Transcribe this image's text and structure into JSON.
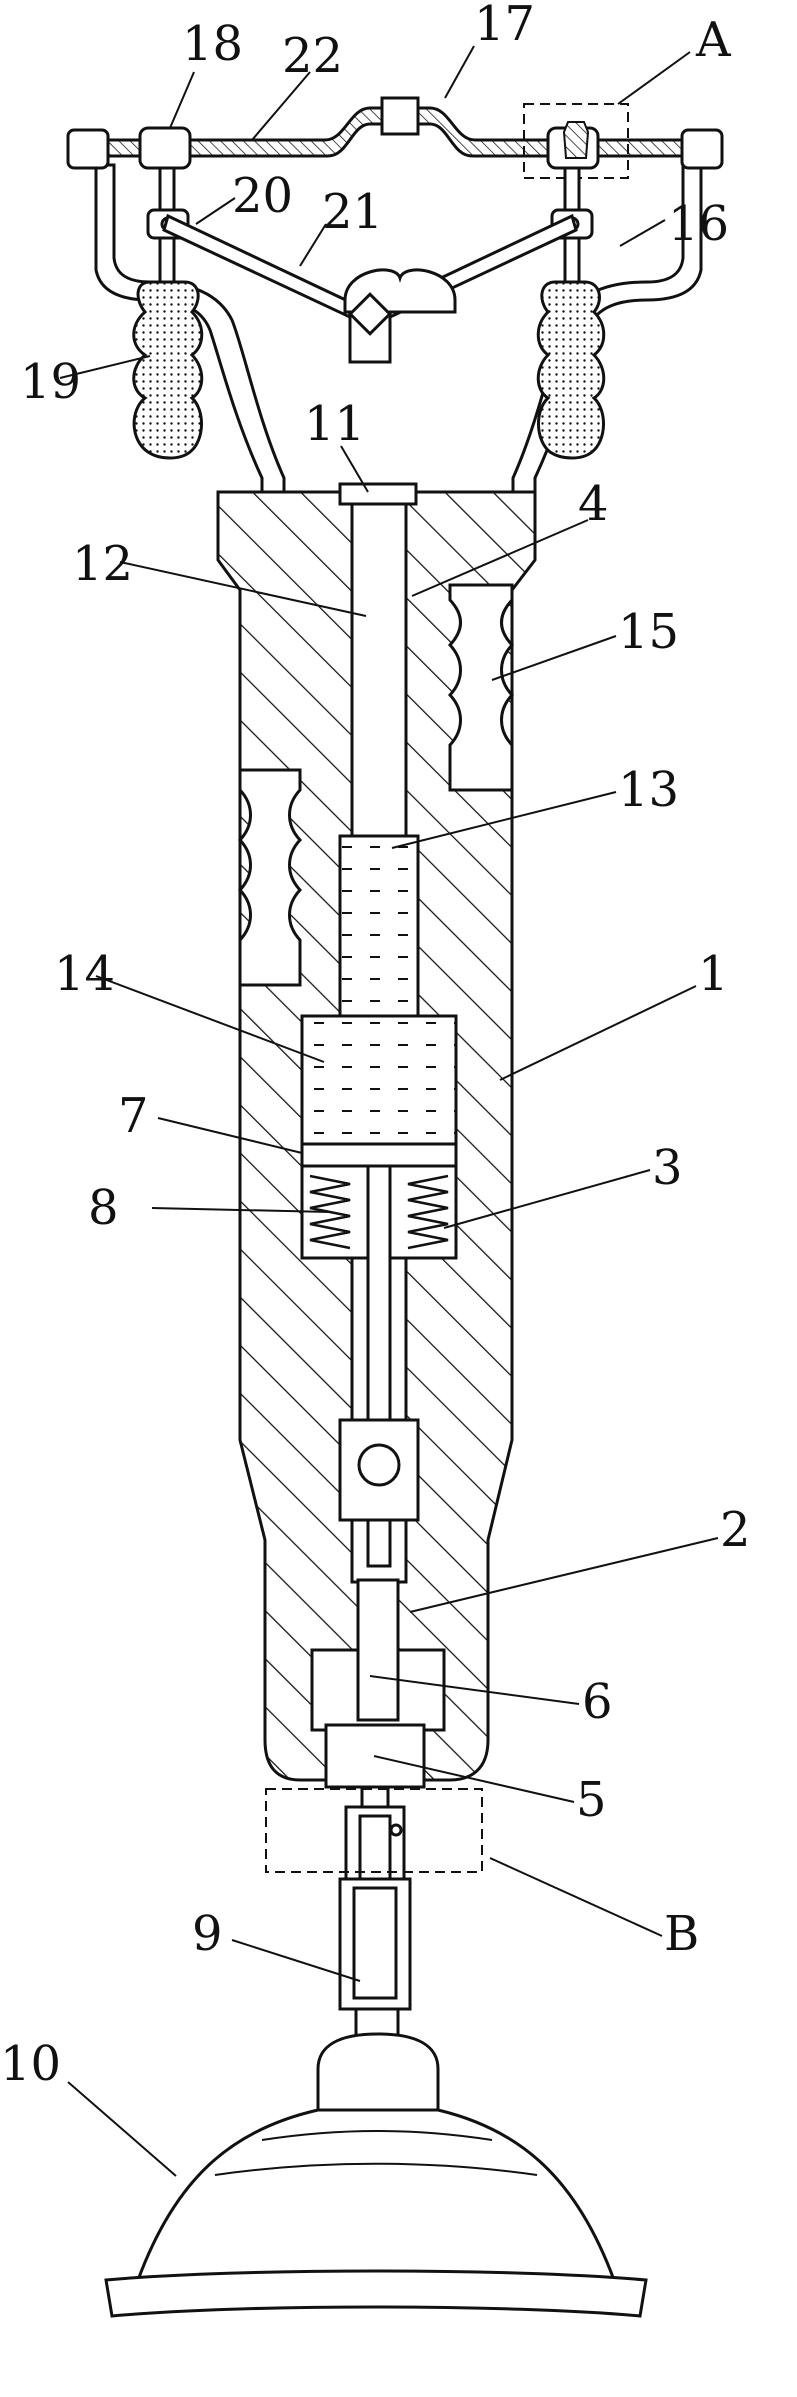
{
  "labels": {
    "l1": "1",
    "l2": "2",
    "l3": "3",
    "l4": "4",
    "l5": "5",
    "l6": "6",
    "l7": "7",
    "l8": "8",
    "l9": "9",
    "l10": "10",
    "l11": "11",
    "l12": "12",
    "l13": "13",
    "l14": "14",
    "l15": "15",
    "l16": "16",
    "l17": "17",
    "l18": "18",
    "l19": "19",
    "l20": "20",
    "l21": "21",
    "l22": "22",
    "lA": "A",
    "lB": "B"
  }
}
